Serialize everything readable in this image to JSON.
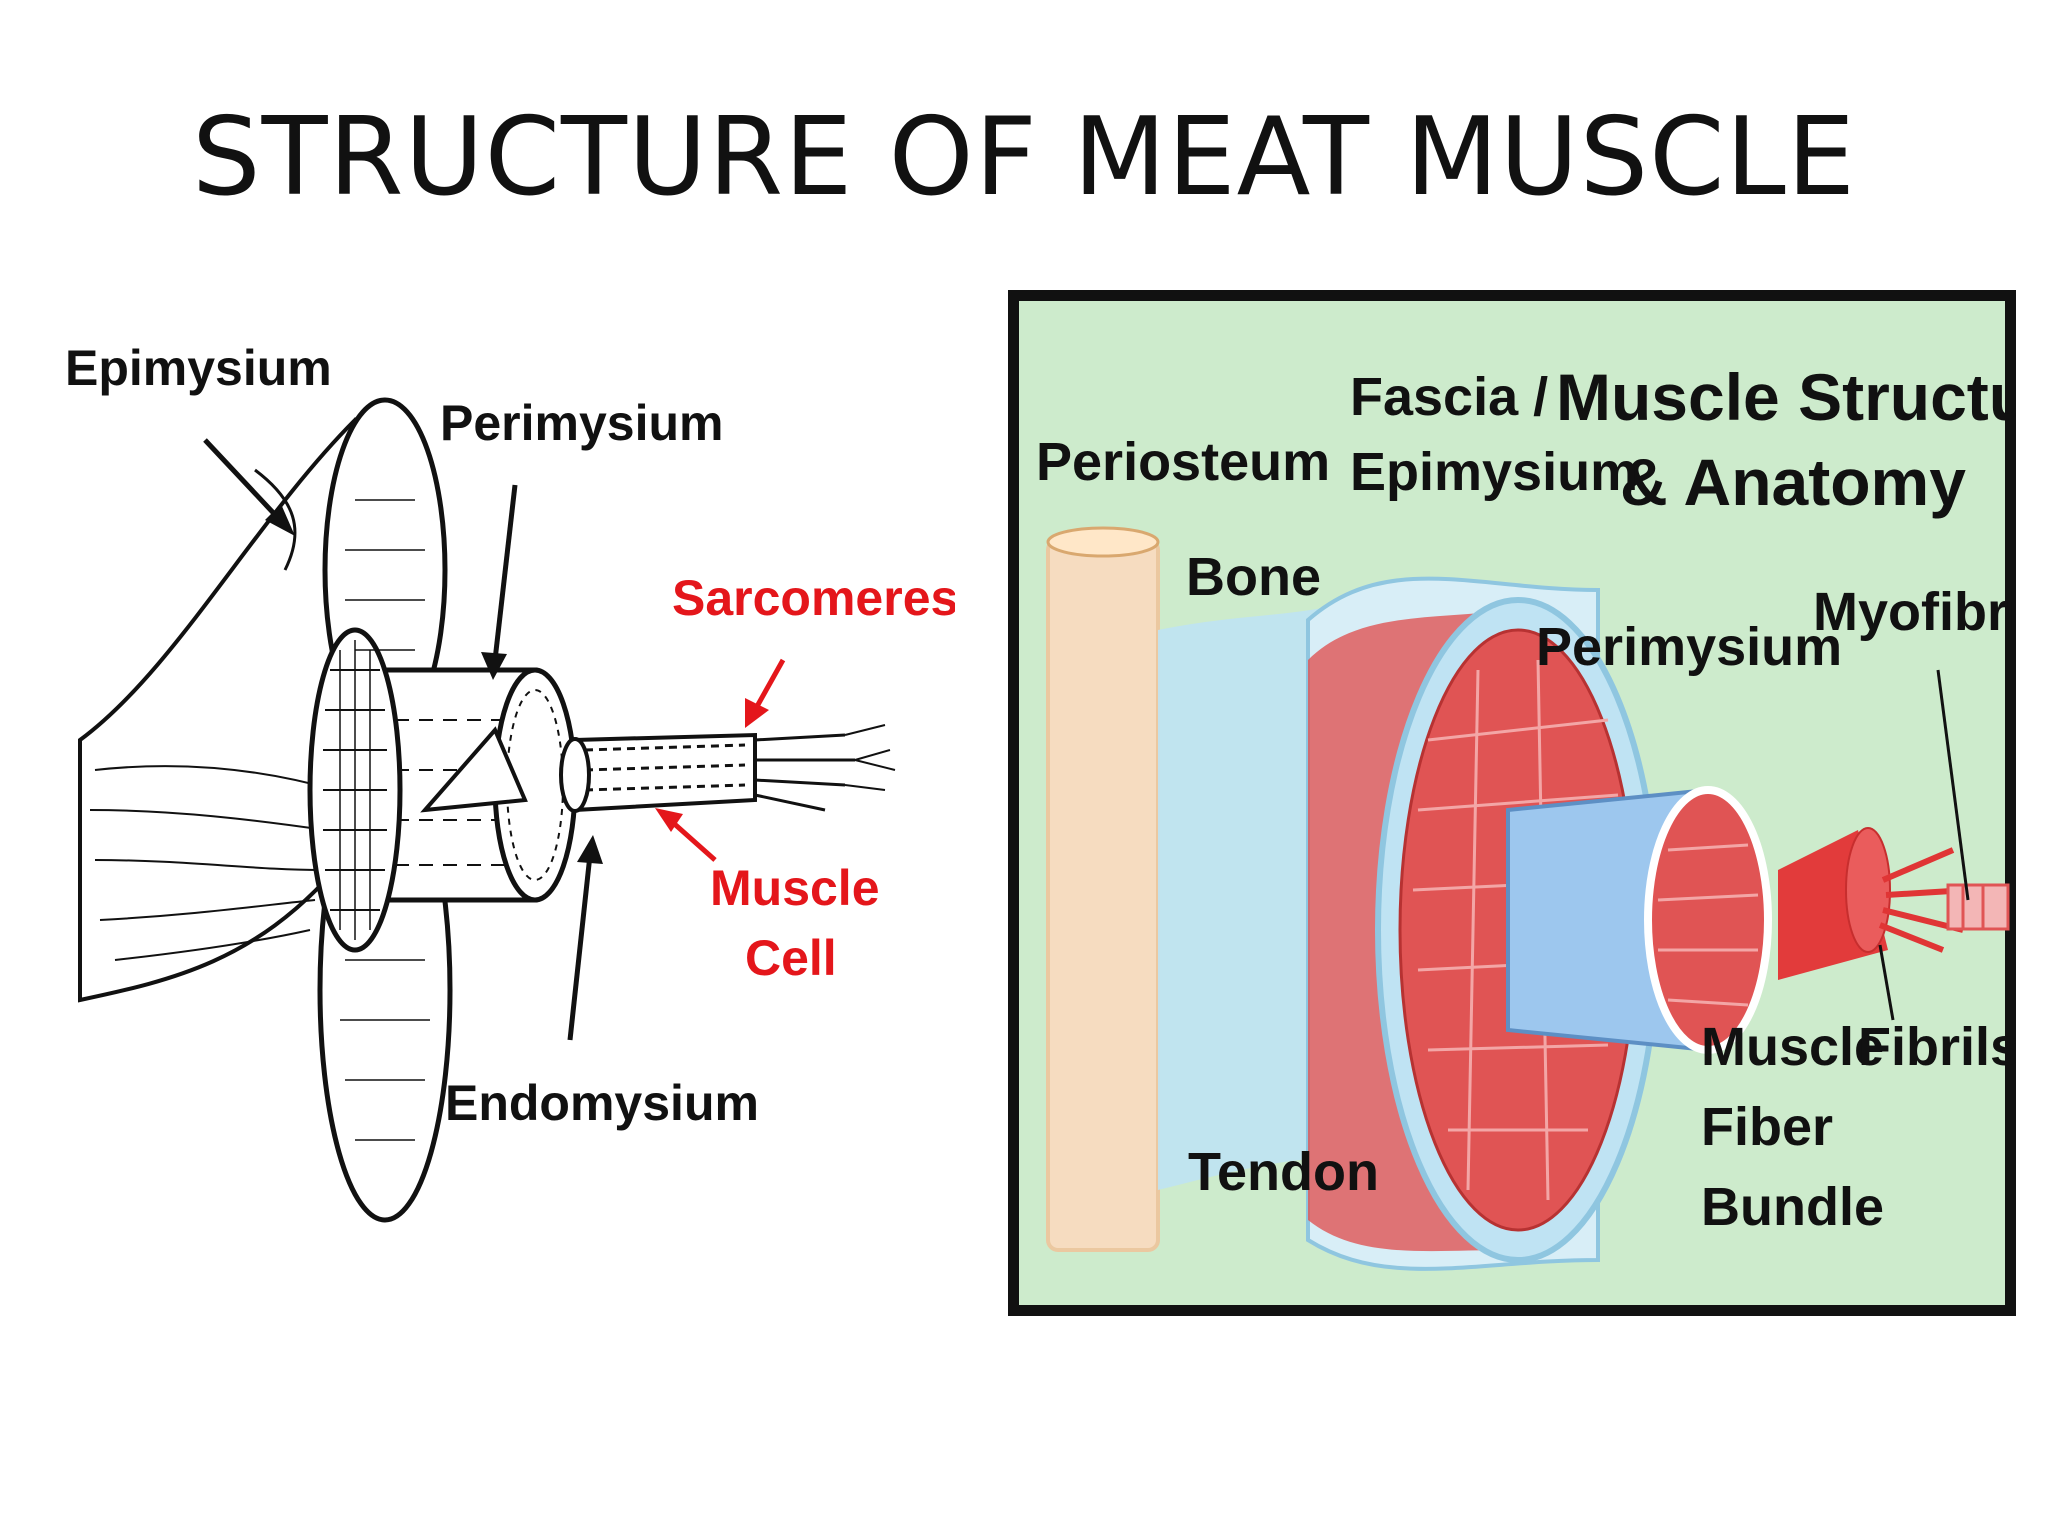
{
  "slide": {
    "title": "STRUCTURE OF MEAT MUSCLE"
  },
  "left_diagram": {
    "labels": {
      "epimysium": "Epimysium",
      "perimysium": "Perimysium",
      "sarcomeres": "Sarcomeres",
      "muscle_cell_line1": "Muscle",
      "muscle_cell_line2": "Cell",
      "endomysium": "Endomysium"
    },
    "colors": {
      "label": "#111111",
      "highlight": "#e4161b"
    }
  },
  "right_diagram": {
    "title_line1": "Muscle Structure",
    "title_line2": "& Anatomy",
    "labels": {
      "periosteum": "Periosteum",
      "fascia_line1": "Fascia /",
      "fascia_line2": "Epimysium",
      "bone": "Bone",
      "perimysium": "Perimysium",
      "myofibril": "Myofibril",
      "fiber_bundle_line1": "Muscle",
      "fiber_bundle_line2": "Fiber",
      "fiber_bundle_line3": "Bundle",
      "fibrils": "Fibrils",
      "tendon": "Tendon"
    },
    "colors": {
      "background": "#cdebcc",
      "border": "#111111",
      "muscle": "#e05454",
      "tendon": "#bfe3f3"
    }
  }
}
